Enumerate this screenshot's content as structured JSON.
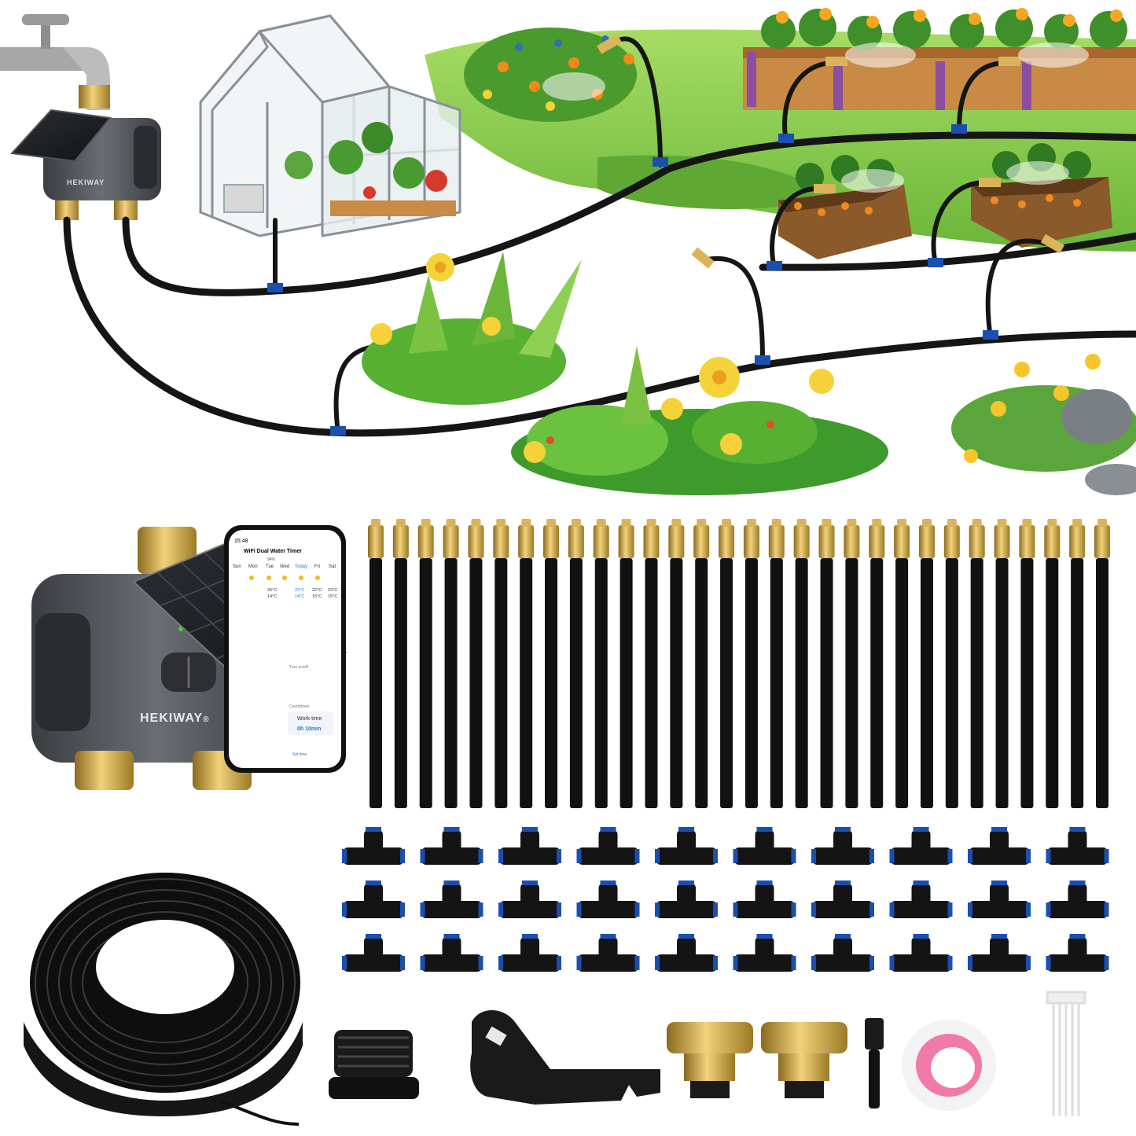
{
  "device": {
    "brand": "HEKIWAY",
    "brand_mark": "®",
    "small_brand": "HEKIWAY"
  },
  "phone": {
    "time": "15:48",
    "app_title": "WiFi Dual Water Timer",
    "status_battery": "94%",
    "days": [
      "Sun",
      "Mon",
      "Tue",
      "Wed",
      "Today",
      "Fri",
      "Sat"
    ],
    "temps_high": [
      "25°C",
      "23°C",
      "22°C",
      "23°C"
    ],
    "temps_low": [
      "14°C",
      "14°C",
      "15°C",
      "15°C"
    ],
    "turn_label": "Turn on/off",
    "countdown_label": "Countdown",
    "work_time_label": "Work time",
    "work_time_value": "0h 10min",
    "set_time_label": "Set time"
  },
  "counts": {
    "misting_tubes": 30,
    "tee_rows": 3,
    "tees_per_row": 10
  },
  "colors": {
    "grass": "#7cc242",
    "hose": "#111111",
    "brass": "#c9a23f",
    "tee_blue": "#1a4fb0",
    "device_gray": "#4a4d52",
    "tape_pink": "#f07aa8"
  },
  "icons": [
    "faucet-icon",
    "greenhouse-icon",
    "flower-icon",
    "solar-panel-icon",
    "tubing-coil-icon",
    "pipe-cutter-icon",
    "cable-ties-icon"
  ]
}
